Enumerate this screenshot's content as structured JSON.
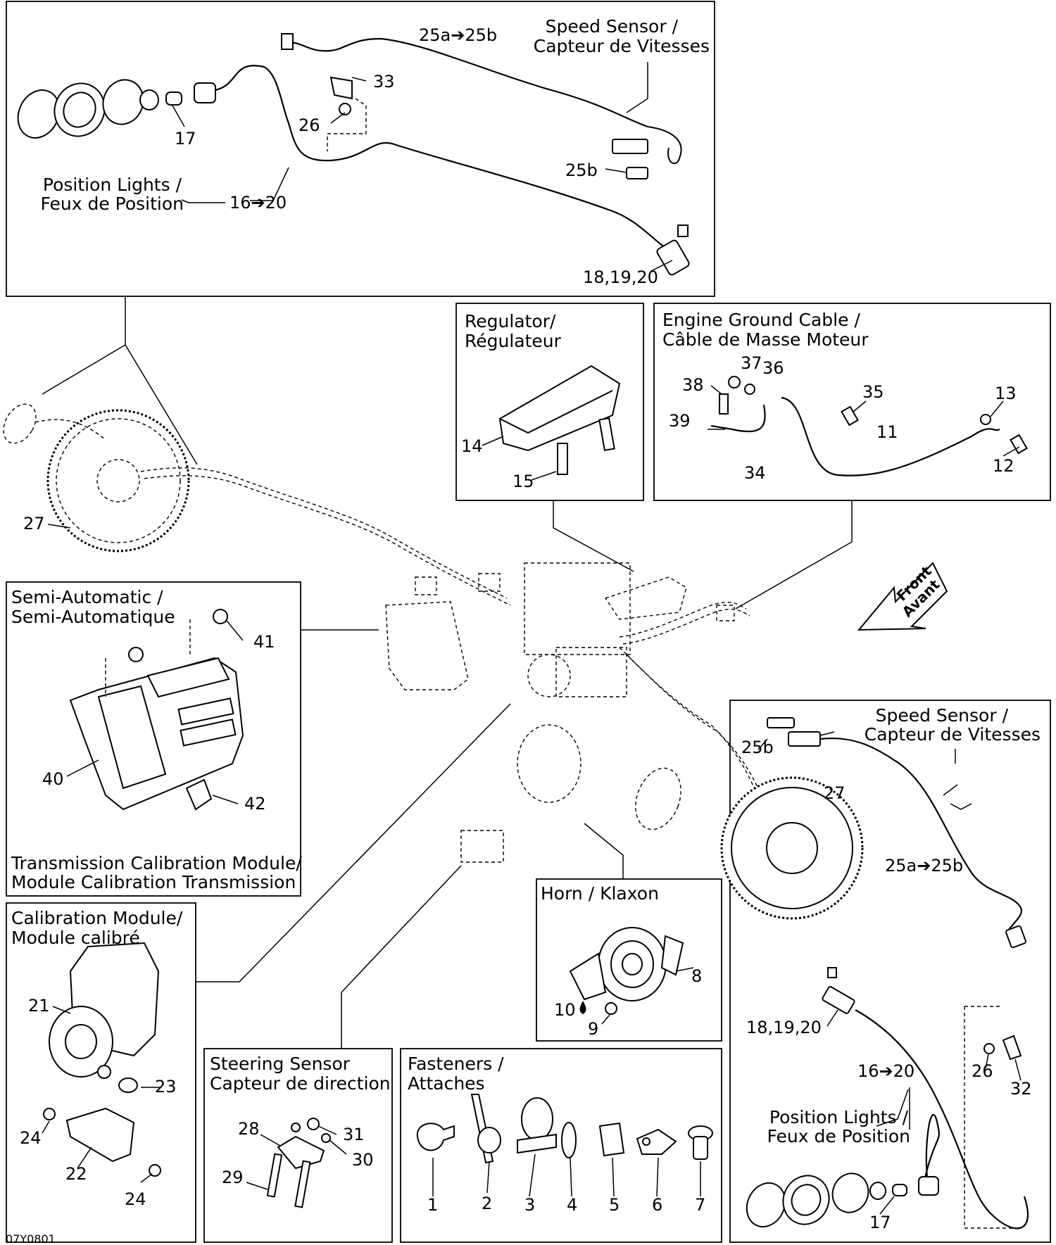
{
  "boxes": {
    "top": {
      "speed_sensor": [
        "Speed Sensor /",
        "Capteur de Vitesses"
      ],
      "position_lights": [
        "Position Lights /",
        "Feux de Position"
      ],
      "callouts": [
        "25a➔25b",
        "33",
        "26",
        "17",
        "25b",
        "16➔20",
        "18,19,20"
      ]
    },
    "regulator": {
      "title": [
        "Regulator/",
        "Régulateur"
      ],
      "callouts": [
        "14",
        "15"
      ]
    },
    "ground": {
      "title": [
        "Engine Ground Cable /",
        "Câble de Masse Moteur"
      ],
      "callouts": [
        "37",
        "36",
        "38",
        "35",
        "13",
        "39",
        "11",
        "34",
        "12"
      ]
    },
    "semi_auto": {
      "title": [
        "Semi-Automatic /",
        "Semi-Automatique"
      ],
      "footer": [
        "Transmission Calibration Module/",
        "Module Calibration Transmission"
      ],
      "callouts": [
        "41",
        "40",
        "42"
      ]
    },
    "calibration": {
      "title": [
        "Calibration Module/",
        "Module calibré"
      ],
      "callouts": [
        "21",
        "23",
        "24",
        "22",
        "24"
      ]
    },
    "steering": {
      "title": [
        "Steering Sensor",
        "Capteur de direction"
      ],
      "callouts": [
        "28",
        "31",
        "30",
        "29"
      ]
    },
    "fasteners": {
      "title": [
        "Fasteners /",
        "Attaches"
      ],
      "callouts": [
        "1",
        "2",
        "3",
        "4",
        "5",
        "6",
        "7"
      ]
    },
    "horn": {
      "title": "Horn / Klaxon",
      "callouts": [
        "8",
        "10",
        "9"
      ]
    },
    "right": {
      "speed_sensor": [
        "Speed Sensor /",
        "Capteur de Vitesses"
      ],
      "position_lights": [
        "Position Lights /",
        "Feux de Position"
      ],
      "callouts": [
        "25b",
        "27",
        "25a➔25b",
        "18,19,20",
        "26",
        "16➔20",
        "32",
        "17"
      ]
    }
  },
  "main": {
    "callouts": [
      "27"
    ],
    "front_arrow": [
      "Front",
      "Avant"
    ]
  },
  "footer_code": "07Y0801"
}
